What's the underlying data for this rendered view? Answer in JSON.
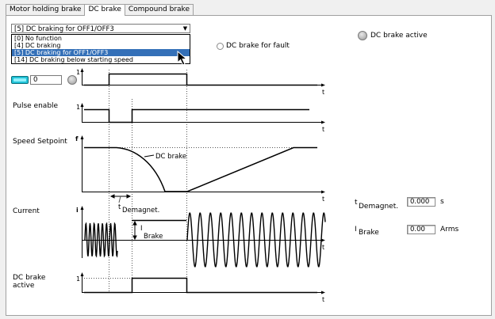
{
  "tabs": [
    {
      "label": "Motor holding brake",
      "active": false
    },
    {
      "label": "DC brake",
      "active": true
    },
    {
      "label": "Compound brake",
      "active": false
    }
  ],
  "dropdown": {
    "selected": "[5] DC braking for OFF1/OFF3",
    "options": [
      "[0] No function",
      "[4] DC braking",
      "[5] DC braking for OFF1/OFF3",
      "[14] DC braking below starting speed"
    ],
    "selected_index": 2
  },
  "radio_fault_label": "DC brake for fault",
  "led_active_label": "DC brake active",
  "command_input_value": "0",
  "signals": {
    "pulse_enable": "Pulse enable",
    "speed_setpoint": "Speed Setpoint",
    "current": "Current",
    "dc_brake_active_line1": "DC brake",
    "dc_brake_active_line2": "active"
  },
  "annotations": {
    "dc_brake_curve": "DC brake",
    "demagnet_t": "t",
    "demagnet_sub": "Demagnet.",
    "brake_i": "I",
    "brake_sub": "Brake",
    "axis_t": "t",
    "axis_1": "1",
    "axis_f": "f",
    "axis_i": "i"
  },
  "params": {
    "t_demagnet_label": "t",
    "t_demagnet_sub": "Demagnet.",
    "t_demagnet_value": "0.000",
    "t_demagnet_unit": "s",
    "i_brake_label": "I",
    "i_brake_sub": "Brake",
    "i_brake_value": "0.00",
    "i_brake_unit": "Arms"
  },
  "colors": {
    "selection": "#3470b8",
    "toggle": "#22c3d8"
  }
}
